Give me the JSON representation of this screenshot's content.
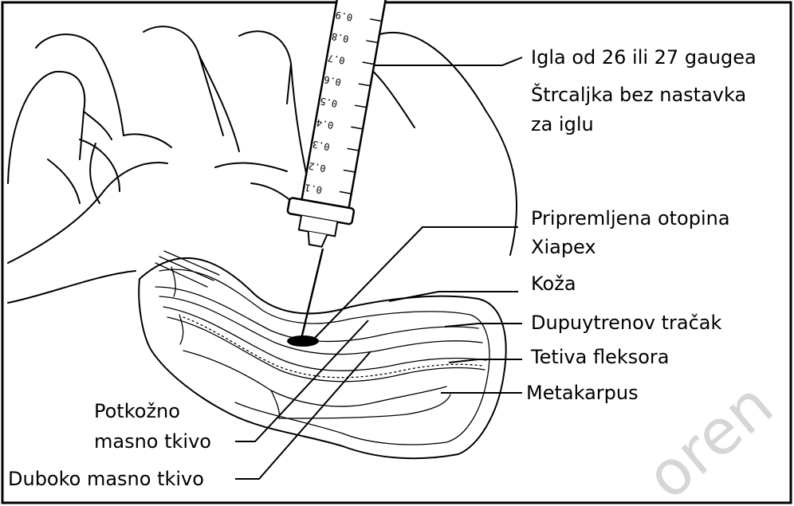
{
  "labels": {
    "needle": "Igla od 26 ili 27 gaugea",
    "syringe_line1": "Štrcaljka bez nastavka",
    "syringe_line2": "za iglu",
    "solution_line1": "Pripremljena otopina",
    "solution_line2": "Xiapex",
    "skin": "Koža",
    "cord": "Dupuytrenov tračak",
    "tendon": "Tetiva fleksora",
    "metacarpal": "Metakarpus",
    "subcutaneous_line1": "Potkožno",
    "subcutaneous_line2": "masno tkivo",
    "deep_fat": "Duboko masno tkivo"
  },
  "syringe_scale": [
    "0.1",
    "0.2",
    "0.3",
    "0.4",
    "0.5",
    "0.6",
    "0.7",
    "0.8",
    "0.9"
  ],
  "watermark": "oren"
}
